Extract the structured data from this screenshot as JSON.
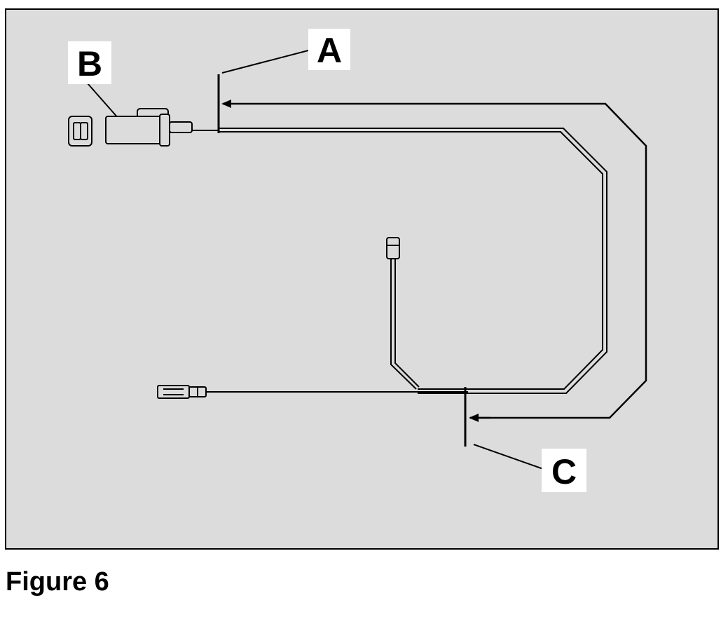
{
  "callouts": {
    "a": "A",
    "b": "B",
    "c": "C"
  },
  "caption": "Figure 6",
  "colors": {
    "panel_background": "#dcdcdc",
    "panel_border": "#000000",
    "line": "#000000",
    "label_box": "#ffffff"
  }
}
